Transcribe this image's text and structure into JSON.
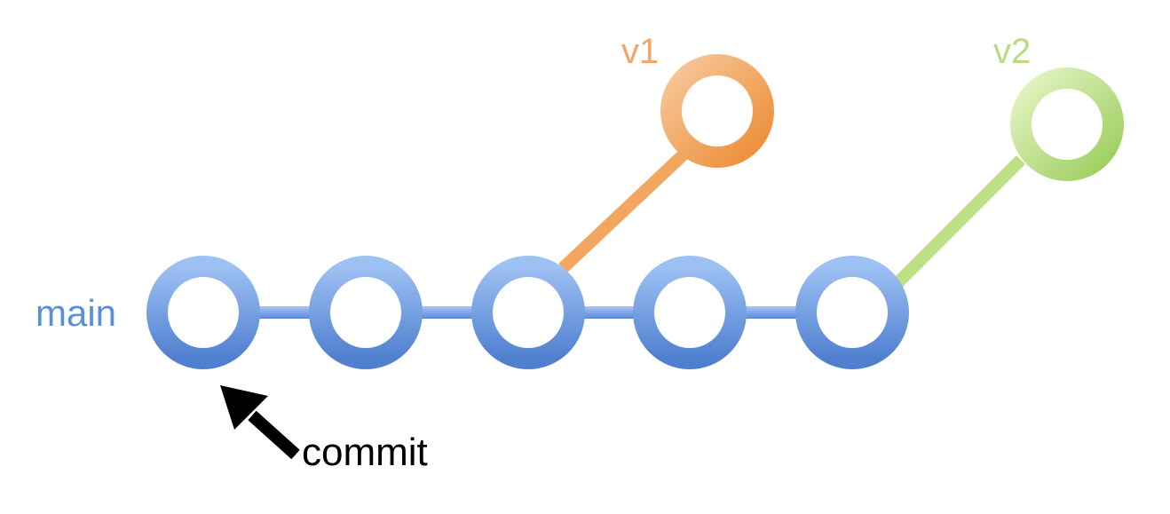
{
  "labels": {
    "main": "main",
    "v1": "v1",
    "v2": "v2",
    "commit": "commit"
  },
  "colors": {
    "main_branch": "#5b8fd6",
    "v1_branch": "#f2a15e",
    "v2_branch": "#b7dd7a",
    "pointer_arrow": "#000000",
    "background": "#ffffff"
  },
  "branches": [
    {
      "name": "main",
      "commit_count": 5
    },
    {
      "name": "v1",
      "commit_count": 1,
      "branches_from_main_commit": 3
    },
    {
      "name": "v2",
      "commit_count": 1,
      "branches_from_main_commit": 5
    }
  ],
  "annotation": {
    "text": "commit",
    "points_to": "main commit 1"
  }
}
